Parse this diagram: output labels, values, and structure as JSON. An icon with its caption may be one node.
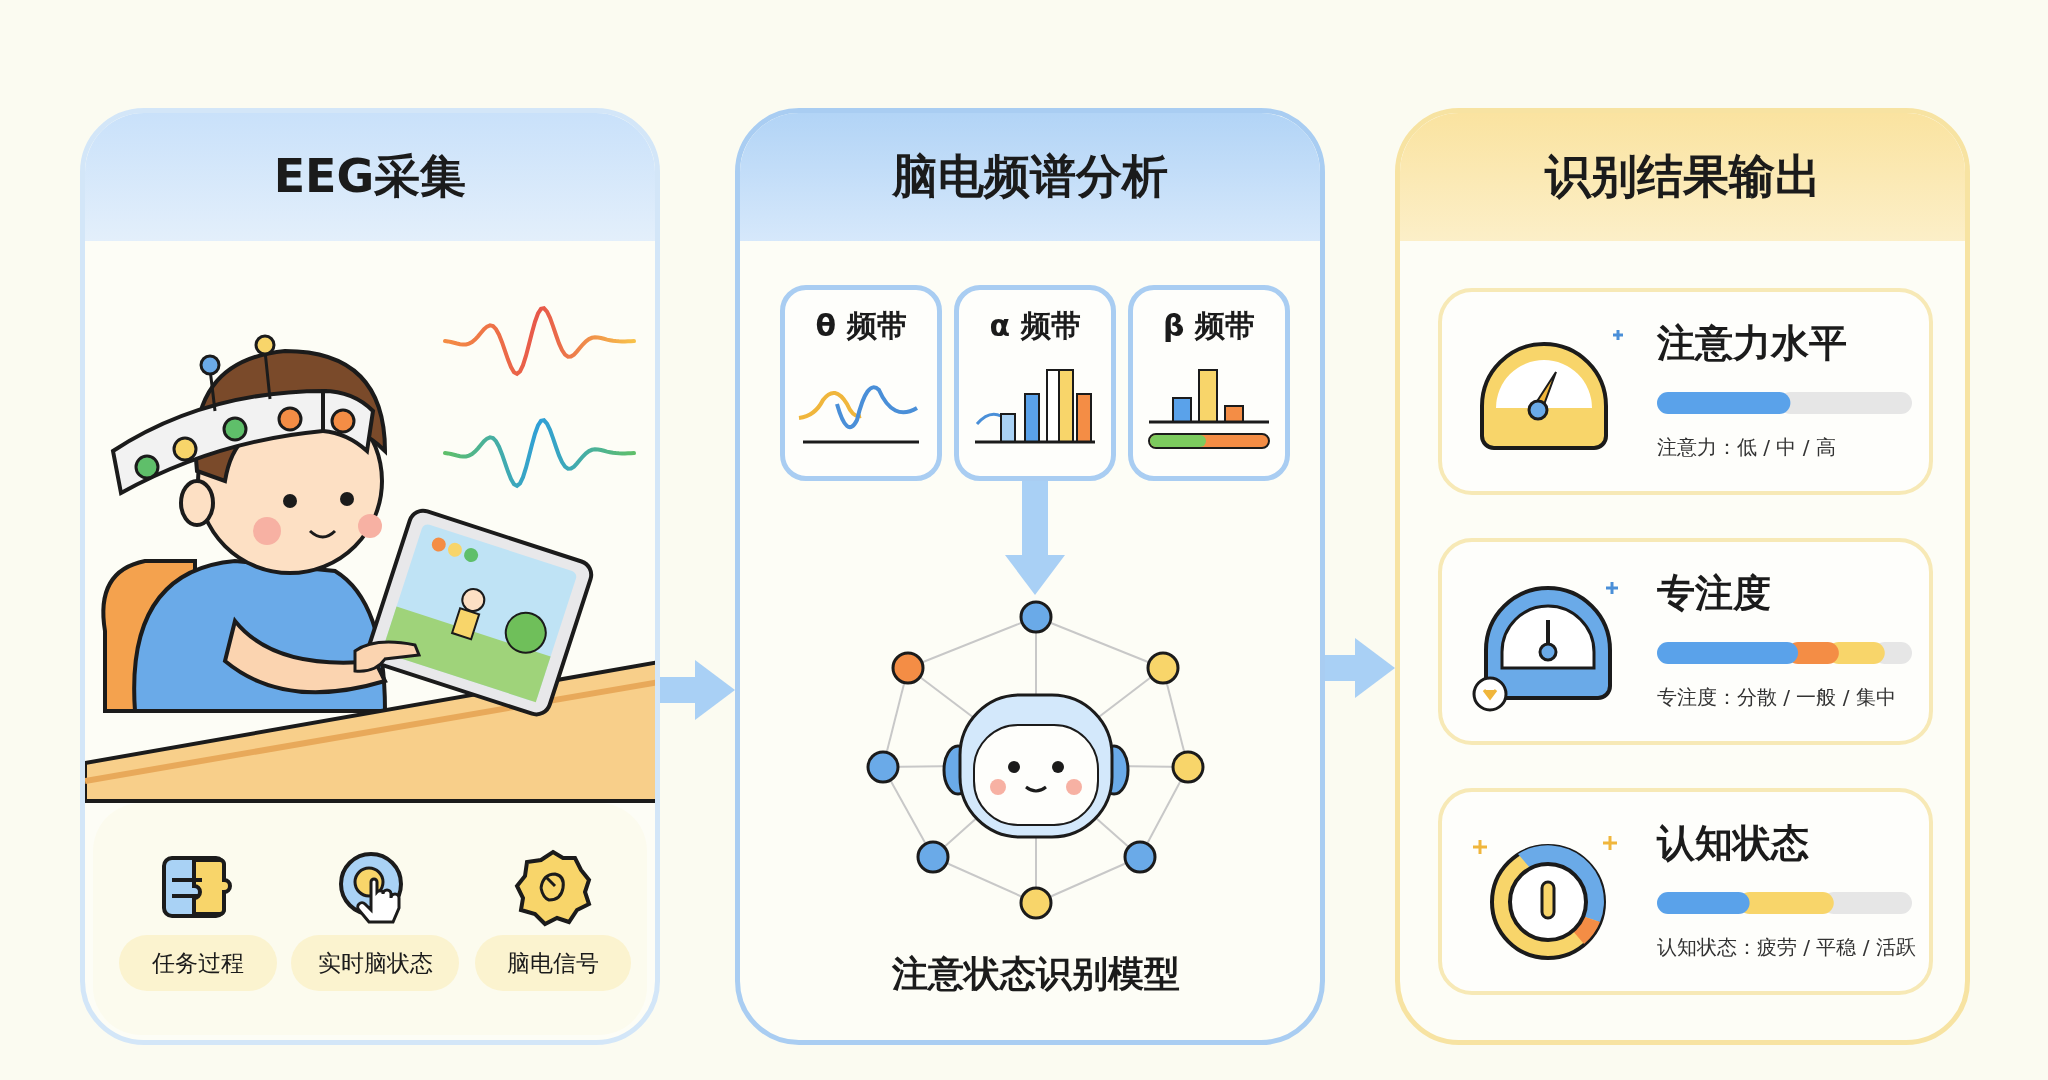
{
  "diagram": {
    "nodes": [
      {
        "text": [
          "EEG采集"
        ]
      },
      {
        "text": [
          "任务过程"
        ],
        "in": 0
      },
      {
        "text": [
          "实时脑状态"
        ],
        "in": 0
      },
      {
        "text": [
          "脑电信号"
        ],
        "in": 0
      },
      {
        "text": [
          "脑电频谱分析"
        ]
      },
      {
        "text": [
          "θ 频带"
        ],
        "in": 4
      },
      {
        "text": [
          "α 频带"
        ],
        "in": 4
      },
      {
        "text": [
          "β 频带"
        ],
        "in": 4
      },
      {
        "text": [
          "注意状态识别模型"
        ],
        "in": 4
      },
      {
        "text": [
          "识别结果输出"
        ]
      },
      {
        "text": [
          "注意力水平",
          "注意力：低 / 中 / 高"
        ],
        "in": 9
      },
      {
        "text": [
          "专注度",
          "专注度：分散 / 一般 / 集中"
        ],
        "in": 9
      },
      {
        "text": [
          "认知状态",
          "认知状态：疲劳 / 平稳 / 活跃"
        ],
        "in": 9
      }
    ],
    "edges": [
      {
        "from": 0,
        "to": 4,
        "arrow": "to"
      },
      {
        "from": 4,
        "to": 9,
        "arrow": "to"
      },
      {
        "from": 6,
        "to": 8,
        "arrow": "to"
      }
    ]
  }
}
